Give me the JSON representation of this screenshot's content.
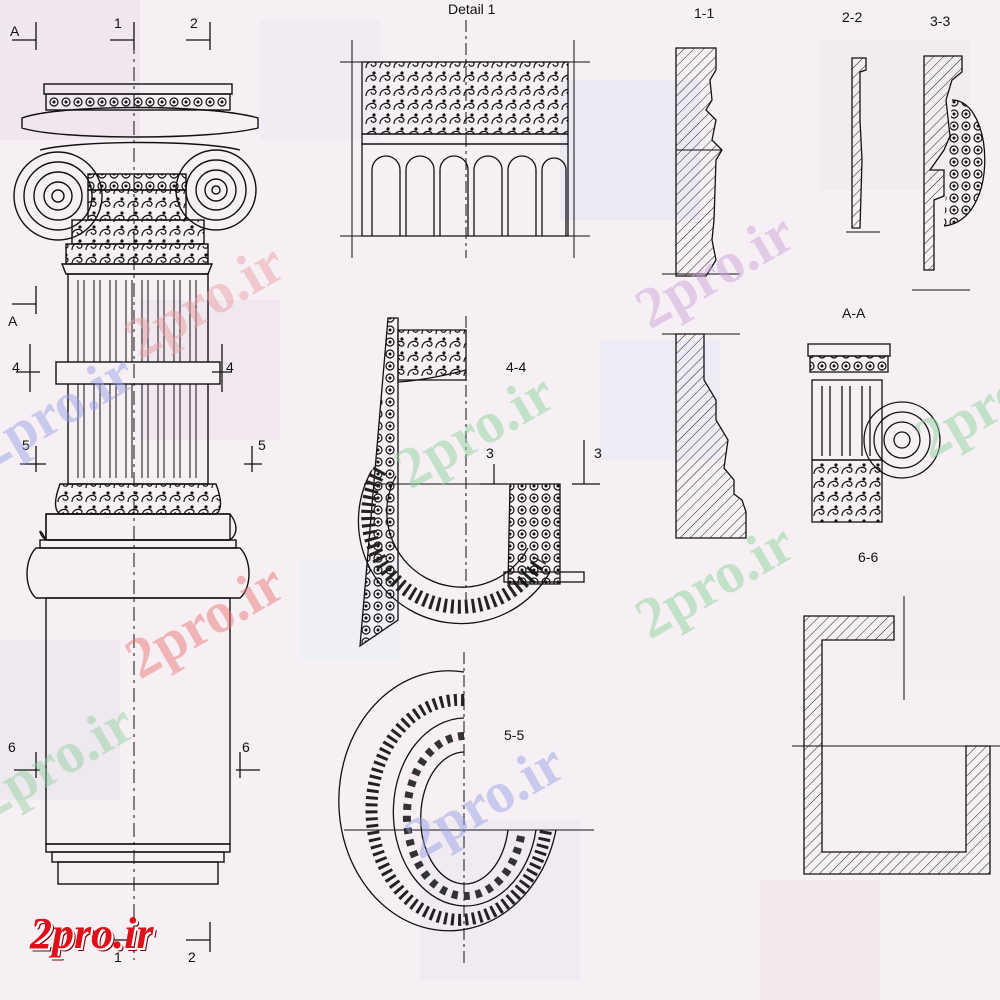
{
  "titles": {
    "detail1": "Detail 1",
    "s11": "1-1",
    "s22": "2-2",
    "s33": "3-3",
    "s44": "4-4",
    "s55": "5-5",
    "s66": "6-6",
    "aa": "A-A"
  },
  "markers": {
    "A": "A",
    "one": "1",
    "two": "2",
    "three": "3",
    "four": "4",
    "five": "5",
    "six": "6"
  },
  "watermark": "2pro.ir",
  "logo": "2pro.ir",
  "colors": {
    "line": "#111111",
    "watermark_red": "#e86a6a",
    "watermark_green": "#8fcf9b",
    "watermark_blue": "#9b9fe6",
    "logo_red": "#e0101a"
  }
}
